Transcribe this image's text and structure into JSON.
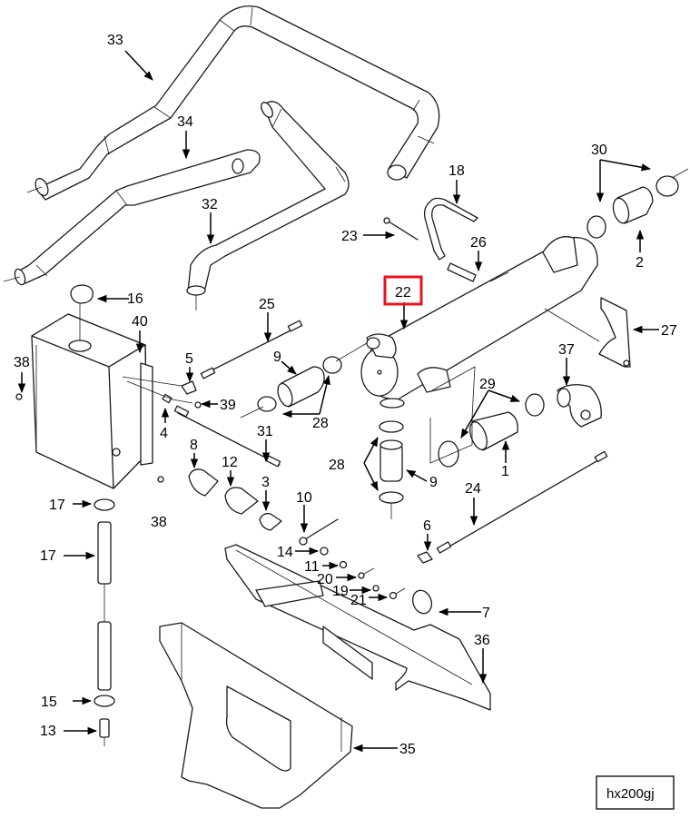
{
  "diagram": {
    "type": "exploded-parts-diagram",
    "reference_code": "hx200gj",
    "highlighted_part": "22",
    "highlight_color": "#e8141b"
  },
  "callouts": [
    {
      "id": "c33",
      "label": "33",
      "part": "upper hose"
    },
    {
      "id": "c34",
      "label": "34",
      "part": "middle hose"
    },
    {
      "id": "c32",
      "label": "32",
      "part": "elbow hose"
    },
    {
      "id": "c16",
      "label": "16",
      "part": "tank cap"
    },
    {
      "id": "c40",
      "label": "40",
      "part": "coolant tank"
    },
    {
      "id": "c38a",
      "label": "38",
      "part": "plug (upper)"
    },
    {
      "id": "c38b",
      "label": "38",
      "part": "plug (lower)"
    },
    {
      "id": "c5",
      "label": "5",
      "part": "elbow fitting"
    },
    {
      "id": "c39",
      "label": "39",
      "part": "plug"
    },
    {
      "id": "c4",
      "label": "4",
      "part": "fitting"
    },
    {
      "id": "c25",
      "label": "25",
      "part": "tube assembly"
    },
    {
      "id": "c31",
      "label": "31",
      "part": "tube assembly"
    },
    {
      "id": "c9a",
      "label": "9",
      "part": "hose"
    },
    {
      "id": "c9b",
      "label": "9",
      "part": "hose (vertical)"
    },
    {
      "id": "c28a",
      "label": "28",
      "part": "hose clamps"
    },
    {
      "id": "c28b",
      "label": "28",
      "part": "hose clamps (vertical)"
    },
    {
      "id": "c8",
      "label": "8",
      "part": "clip"
    },
    {
      "id": "c12",
      "label": "12",
      "part": "clip"
    },
    {
      "id": "c3",
      "label": "3",
      "part": "clip"
    },
    {
      "id": "c17a",
      "label": "17",
      "part": "clamp (upper)"
    },
    {
      "id": "c17b",
      "label": "17",
      "part": "clamp (lower)"
    },
    {
      "id": "c15",
      "label": "15",
      "part": "drain hose"
    },
    {
      "id": "c13",
      "label": "13",
      "part": "drain valve"
    },
    {
      "id": "c22",
      "label": "22",
      "part": "heat exchanger"
    },
    {
      "id": "c18",
      "label": "18",
      "part": "strap"
    },
    {
      "id": "c23",
      "label": "23",
      "part": "bolt"
    },
    {
      "id": "c26",
      "label": "26",
      "part": "spacer"
    },
    {
      "id": "c30",
      "label": "30",
      "part": "hose clamps"
    },
    {
      "id": "c2",
      "label": "2",
      "part": "hose"
    },
    {
      "id": "c27",
      "label": "27",
      "part": "support bracket"
    },
    {
      "id": "c37",
      "label": "37",
      "part": "elbow"
    },
    {
      "id": "c29",
      "label": "29",
      "part": "hose clamps"
    },
    {
      "id": "c1",
      "label": "1",
      "part": "hose"
    },
    {
      "id": "c24",
      "label": "24",
      "part": "tube assembly"
    },
    {
      "id": "c6",
      "label": "6",
      "part": "elbow fitting"
    },
    {
      "id": "c10",
      "label": "10",
      "part": "bolt"
    },
    {
      "id": "c14",
      "label": "14",
      "part": "nut"
    },
    {
      "id": "c11",
      "label": "11",
      "part": "nut"
    },
    {
      "id": "c20",
      "label": "20",
      "part": "screw"
    },
    {
      "id": "c19",
      "label": "19",
      "part": "nut"
    },
    {
      "id": "c21",
      "label": "21",
      "part": "screw"
    },
    {
      "id": "c7",
      "label": "7",
      "part": "o-ring"
    },
    {
      "id": "c36",
      "label": "36",
      "part": "mount rail"
    },
    {
      "id": "c35",
      "label": "35",
      "part": "mount frame"
    }
  ]
}
